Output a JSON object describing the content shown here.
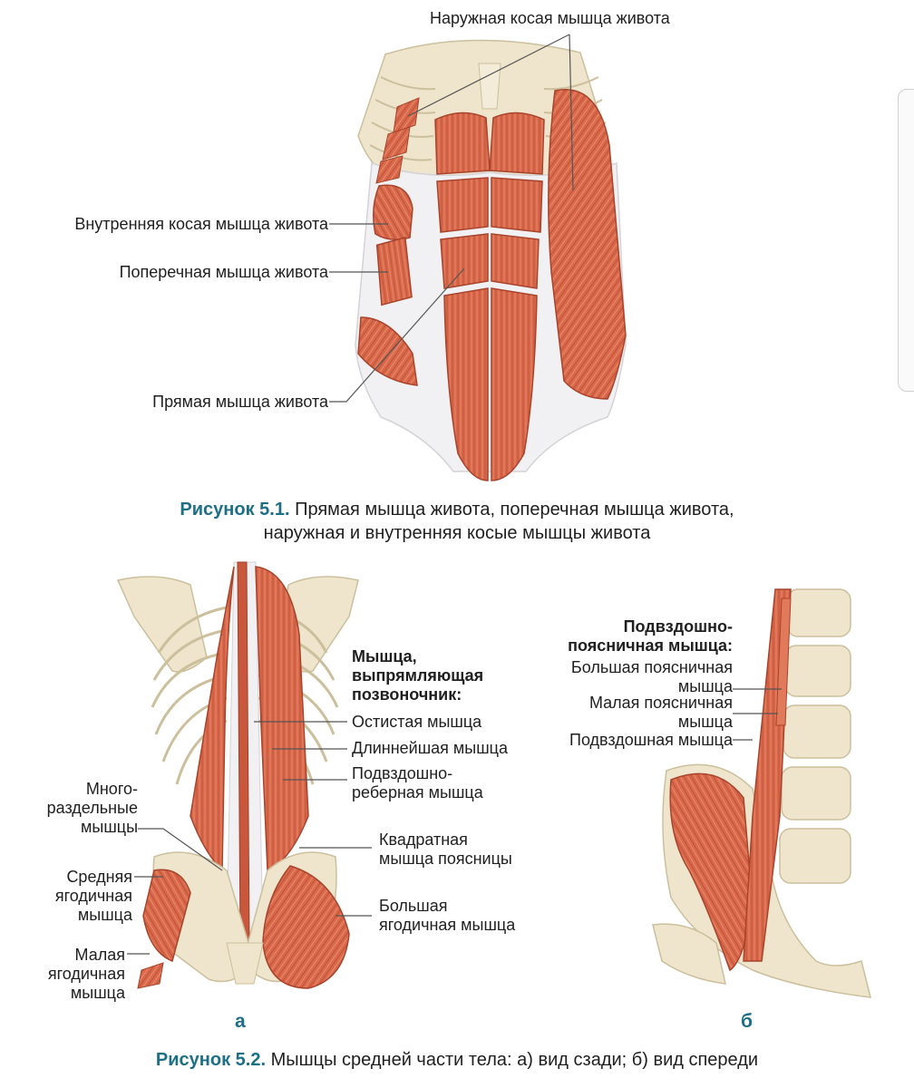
{
  "figure1": {
    "labels": {
      "external_oblique": "Наружная косая мышца живота",
      "internal_oblique": "Внутренняя косая мышца живота",
      "transverse": "Поперечная мышца живота",
      "rectus": "Прямая мышца живота"
    },
    "caption": {
      "number": "Рисунок 5.1.",
      "line1": "Прямая мышца живота, поперечная мышца живота,",
      "line2": "наружная и внутренняя косые мышцы живота"
    }
  },
  "figure2": {
    "panel_a": {
      "letter": "а",
      "erector_heading_1": "Мышца,",
      "erector_heading_2": "выпрямляющая",
      "erector_heading_3": "позвоночник:",
      "spinalis": "Остистая мышца",
      "longissimus": "Длиннейшая мышца",
      "iliocostalis_1": "Подвздошно-",
      "iliocostalis_2": "реберная мышца",
      "quadratus_1": "Квадратная",
      "quadratus_2": "мышца поясницы",
      "gluteus_max_1": "Большая",
      "gluteus_max_2": "ягодичная мышца",
      "multifidus_1": "Много-",
      "multifidus_2": "раздельные",
      "multifidus_3": "мышцы",
      "gluteus_med_1": "Средняя",
      "gluteus_med_2": "ягодичная",
      "gluteus_med_3": "мышца",
      "gluteus_min_1": "Малая",
      "gluteus_min_2": "ягодичная",
      "gluteus_min_3": "мышца"
    },
    "panel_b": {
      "letter": "б",
      "heading_1": "Подвздошно-",
      "heading_2": "поясничная мышца:",
      "psoas_major_1": "Большая поясничная",
      "psoas_major_2": "мышца",
      "psoas_minor_1": "Малая поясничная",
      "psoas_minor_2": "мышца",
      "iliacus": "Подвздошная мышца"
    },
    "caption": {
      "number": "Рисунок 5.2.",
      "text": "Мышцы средней части тела: а) вид сзади; б) вид спереди"
    }
  },
  "colors": {
    "muscle": "#d9694a",
    "muscle_dark": "#b8452c",
    "muscle_light": "#eb9b7c",
    "bone": "#eee5cc",
    "bone_shade": "#d8ccaa",
    "tendon": "#f1f0f2",
    "leader": "#555555",
    "accent": "#1d6f86"
  }
}
